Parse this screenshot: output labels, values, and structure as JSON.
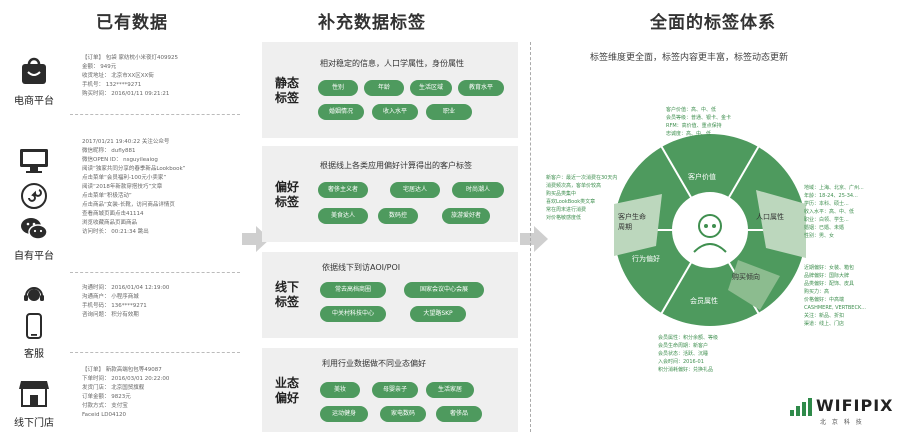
{
  "titles": {
    "existing": "已有数据",
    "supplement": "补充数据标签",
    "system": "全面的标签体系"
  },
  "sources": [
    {
      "label": "电商平台",
      "icon": "shopping-bag-icon"
    },
    {
      "label": "自有平台",
      "icon": "monitor-icon"
    },
    {
      "label": "客服",
      "icon": "headset-icon"
    },
    {
      "label": "线下门店",
      "icon": "storefront-icon"
    }
  ],
  "source_texts": {
    "ecommerce": [
      "【订单】 包袋 家纺枕小米夜灯409925",
      "金额： 949元",
      "收货地址： 北京市XX区XX街",
      "手机号： 132****9271",
      "购买时间： 2016/01/11 09:21:21"
    ],
    "own": [
      "2017/01/21 19:40:22  关注公众号",
      "微信昵称： dufly881",
      "微信OPEN ID： nsguyileaiog",
      "阅读“独家共同分享的春季新品Lookbook”",
      "点击菜单“会员福利-100元小卖家”",
      "阅读“2018年新款穿搭技巧”文章",
      "点击菜单“积极活动”",
      "点击商品“女装-长靴，访问商品详情页",
      "查看商城页面点击41114",
      "浏览收藏商品页面商品",
      "访问时长： 00:21:34   跳出"
    ],
    "service": [
      "沟通时间： 2016/01/04 12:19:00",
      "沟通商户： 小程序商城",
      "手机号码： 136****9271",
      "咨询问题： 积分有效期"
    ],
    "store": [
      "【订单】 新款高端包包等49087",
      "下单时间： 2016/03/01 20:22:00",
      "发货门店： 北京国贸旗舰",
      "订单金额： 9823元",
      "付款方式： 支付宝",
      "Faceid LD04120"
    ]
  },
  "panels": [
    {
      "title": "静态标签",
      "head": "相对稳定的信息，人口学属性，身份属性",
      "pills": [
        "性别",
        "年龄",
        "生活区域",
        "教育水平",
        "婚姻情况",
        "收入水平",
        "职业"
      ]
    },
    {
      "title": "偏好标签",
      "head": "根据线上各类应用偏好计算得出的客户标签",
      "pills": [
        "奢侈主义者",
        "宅居达人",
        "时尚潮人",
        "美食达人",
        "数码控",
        "旅游爱好者"
      ]
    },
    {
      "title": "线下标签",
      "head": "依据线下到访AOI/POI",
      "pills": [
        "常去高档商圈",
        "国家会议中心会展",
        "中关村科技中心",
        "大望路SKP"
      ]
    },
    {
      "title": "业态偏好",
      "head": "利用行业数据做不同业态偏好",
      "pills": [
        "美妆",
        "母婴亲子",
        "生活家居",
        "运动健身",
        "家电数码",
        "奢侈品"
      ]
    }
  ],
  "system": {
    "subtitle": "标签维度更全面，标签内容更丰富，标签动态更新",
    "segments": [
      "客户价值",
      "人口属性",
      "购买倾向",
      "会员属性",
      "行为偏好",
      "客户生命周期"
    ],
    "left_notes": [
      "新客户：最近一次消费在30天内",
      "消费频次高，客单价较高",
      "购买品类集中",
      "喜欢LookBook类文章",
      "常在周末进行消费",
      "对价格敏感度低"
    ],
    "top_notes": [
      "客户价值：高、中、低",
      "会员等级：普通、银卡、金卡",
      "RFM：高价值、重点保持",
      "忠诚度：高、中、低"
    ],
    "right_notes": [
      "地域：上海、北京、广州...",
      "年龄：18-24、25-34...",
      "学历：本科、硕士...",
      "收入水平：高、中、低",
      "职业：白领、学生...",
      "婚姻：已婚、未婚",
      "性别：男、女"
    ],
    "right_lower_notes": [
      "近期偏好：女装、箱包",
      "品牌偏好：国际大牌",
      "品类偏好：配饰、皮具",
      "购买力：高",
      "价格偏好：中高端",
      "CASHMERE, VERTBECK...",
      "关注：新品、折扣",
      "渠道：线上、门店"
    ],
    "bottom_notes": [
      "会员属性：积分余额、等级",
      "会员生命周期：新客户",
      "会员状态：活跃、沉睡",
      "入会时间：2016-01",
      "积分消耗偏好：兑换礼品"
    ]
  },
  "logo": {
    "text": "WIFIPIX",
    "sub": "北 京 科 技"
  },
  "colors": {
    "accent": "#4e9a5e",
    "panel": "#efefef",
    "light_green": "#bcd7bd",
    "mid_green": "#8cbc8f",
    "arrow": "#cfcfcf"
  }
}
